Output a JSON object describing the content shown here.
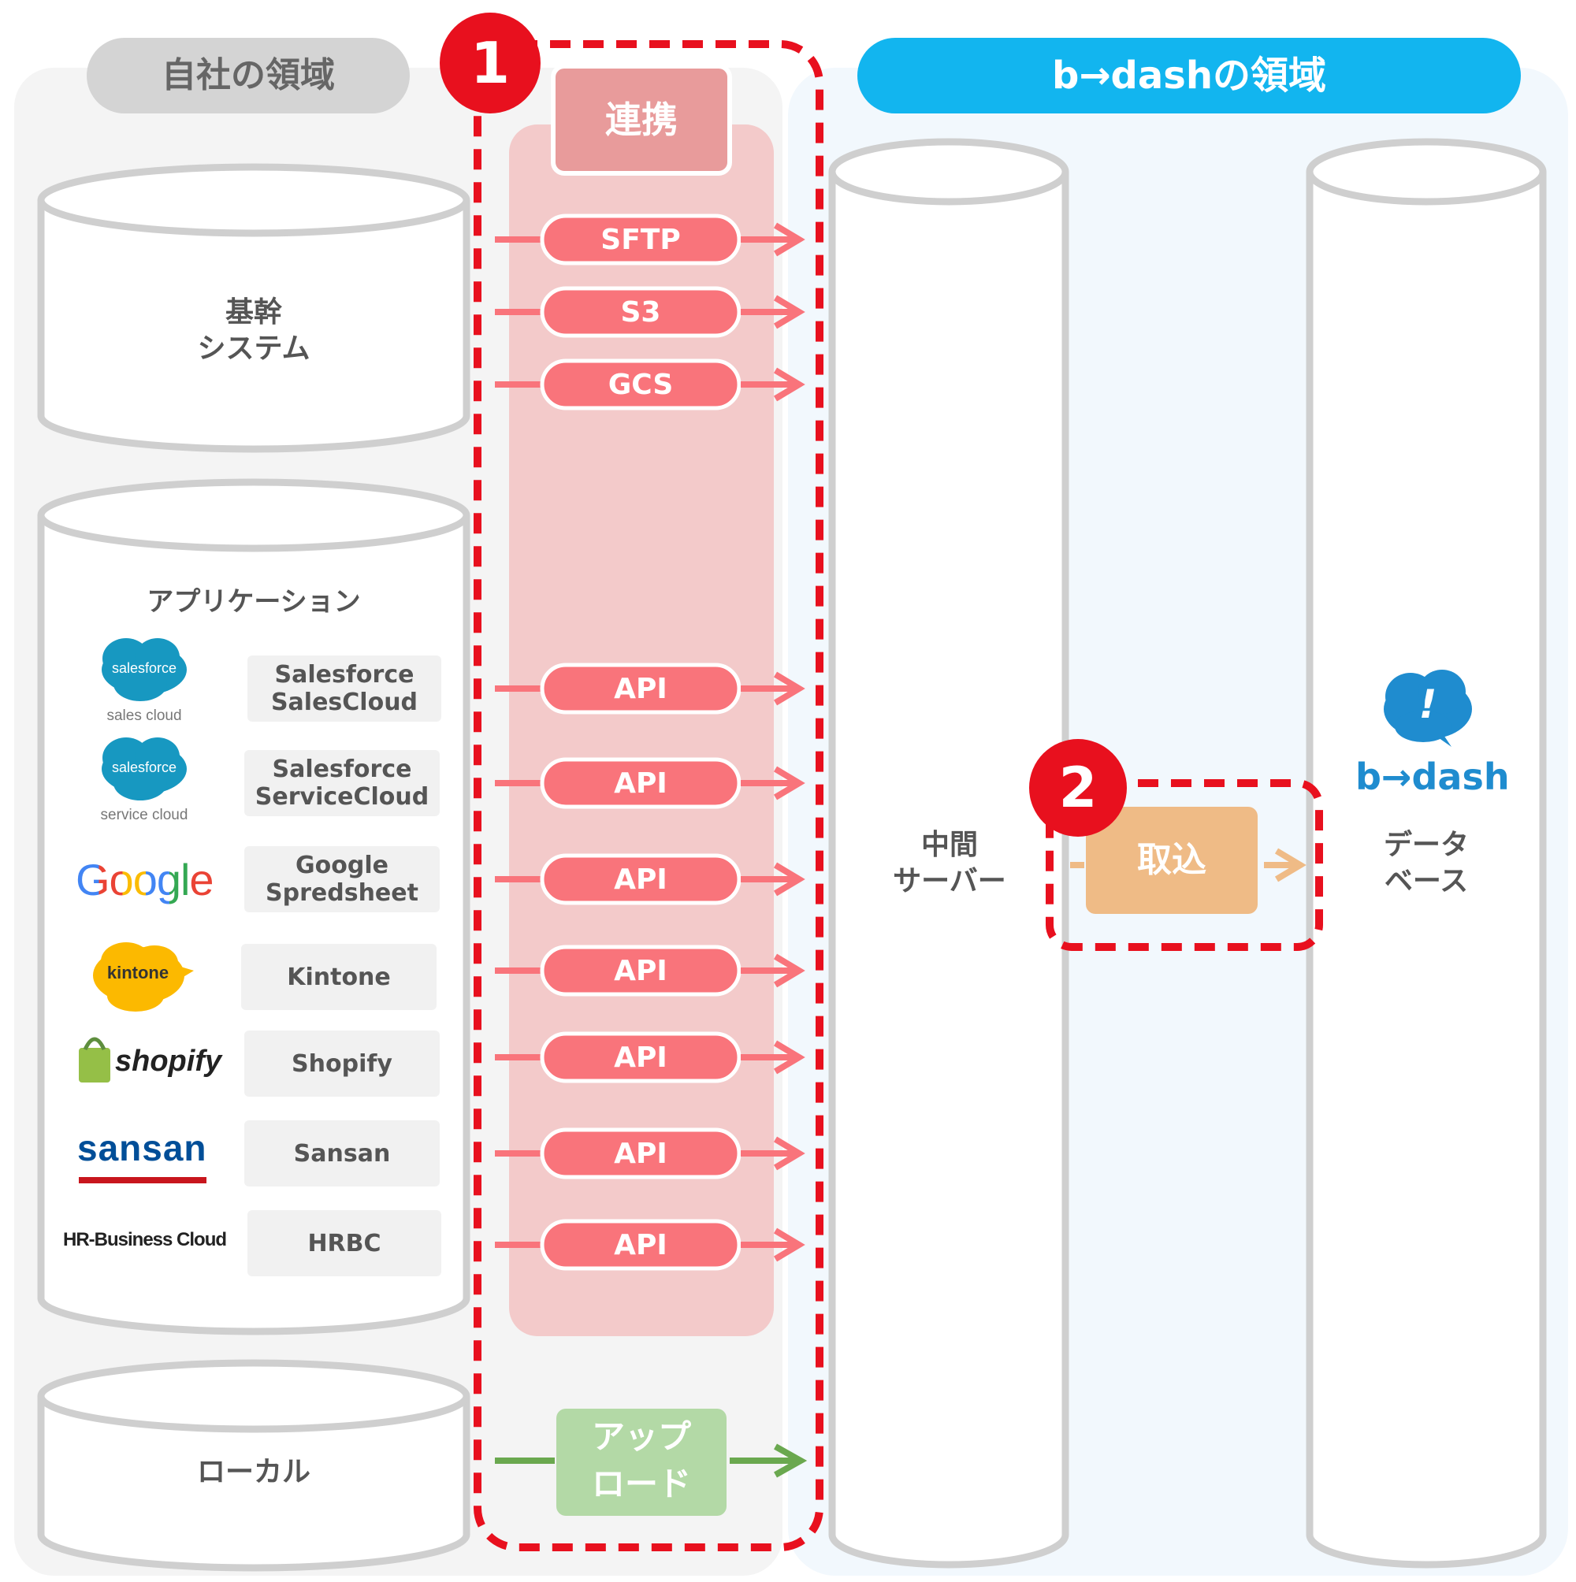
{
  "regions": {
    "own": "自社の領域",
    "bdash": "b→dashの領域"
  },
  "badges": {
    "one": "1",
    "two": "2"
  },
  "renkei": {
    "label": "連携"
  },
  "sources": {
    "kikan": [
      "基幹",
      "システム"
    ],
    "apps_title": "アプリケーション",
    "local": "ローカル"
  },
  "connectors": {
    "sftp": "SFTP",
    "s3": "S3",
    "gcs": "GCS",
    "api": "API"
  },
  "upload": [
    "アップ",
    "ロード"
  ],
  "middle_server": [
    "中間",
    "サーバー"
  ],
  "torikomi": "取込",
  "database": [
    "データ",
    "ベース"
  ],
  "apps": [
    {
      "name": [
        "Salesforce",
        "SalesCloud"
      ],
      "logo": "salesforce",
      "logo_sub": "sales cloud"
    },
    {
      "name": [
        "Salesforce",
        "ServiceCloud"
      ],
      "logo": "salesforce",
      "logo_sub": "service cloud"
    },
    {
      "name": [
        "Google",
        "Spredsheet"
      ],
      "logo": "Google"
    },
    {
      "name": [
        "Kintone"
      ],
      "logo": "kintone"
    },
    {
      "name": [
        "Shopify"
      ],
      "logo": "shopify"
    },
    {
      "name": [
        "Sansan"
      ],
      "logo": "sansan"
    },
    {
      "name": [
        "HRBC"
      ],
      "logo": "HR-Business Cloud"
    }
  ],
  "bdash_logo": {
    "text": "b→dash",
    "mark": "!"
  },
  "colors": {
    "connector": "#f9747b",
    "connector_bg": "#f3caca",
    "renkei": "#e89b9b",
    "upload": "#b3d9a6",
    "upload_arrow": "#6aa84f",
    "torikomi": "#efbb86",
    "dashed": "#e8101e",
    "bdash_blue": "#12b5ef",
    "gray_pill": "#d4d4d4"
  }
}
